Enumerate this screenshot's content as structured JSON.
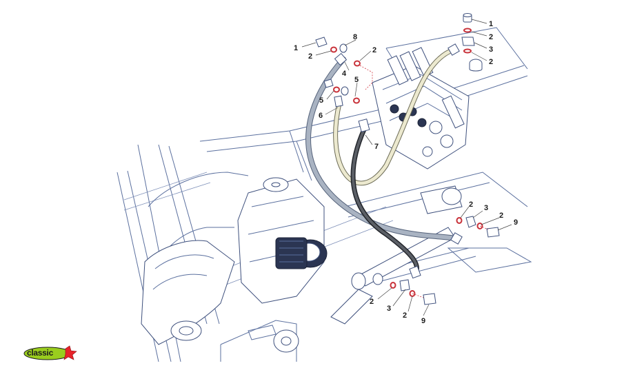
{
  "callouts": [
    {
      "label": "1"
    },
    {
      "label": "2"
    },
    {
      "label": "8"
    },
    {
      "label": "2"
    },
    {
      "label": "4"
    },
    {
      "label": "5"
    },
    {
      "label": "5"
    },
    {
      "label": "6"
    },
    {
      "label": "7"
    },
    {
      "label": "1"
    },
    {
      "label": "2"
    },
    {
      "label": "3"
    },
    {
      "label": "2"
    },
    {
      "label": "2"
    },
    {
      "label": "3"
    },
    {
      "label": "2"
    },
    {
      "label": "9"
    },
    {
      "label": "2"
    },
    {
      "label": "3"
    },
    {
      "label": "2"
    },
    {
      "label": "9"
    }
  ],
  "logo": {
    "text": "classic",
    "colors": {
      "body": "#9acd1e",
      "accent": "#e8232a",
      "outline": "#1b1b1b"
    }
  },
  "colors": {
    "line": "#5a6f9e",
    "oring": "#c8323a",
    "hose_gray": "#a9b3c2",
    "hose_cream": "#ece9cf",
    "hose_dark": "#22252b"
  }
}
